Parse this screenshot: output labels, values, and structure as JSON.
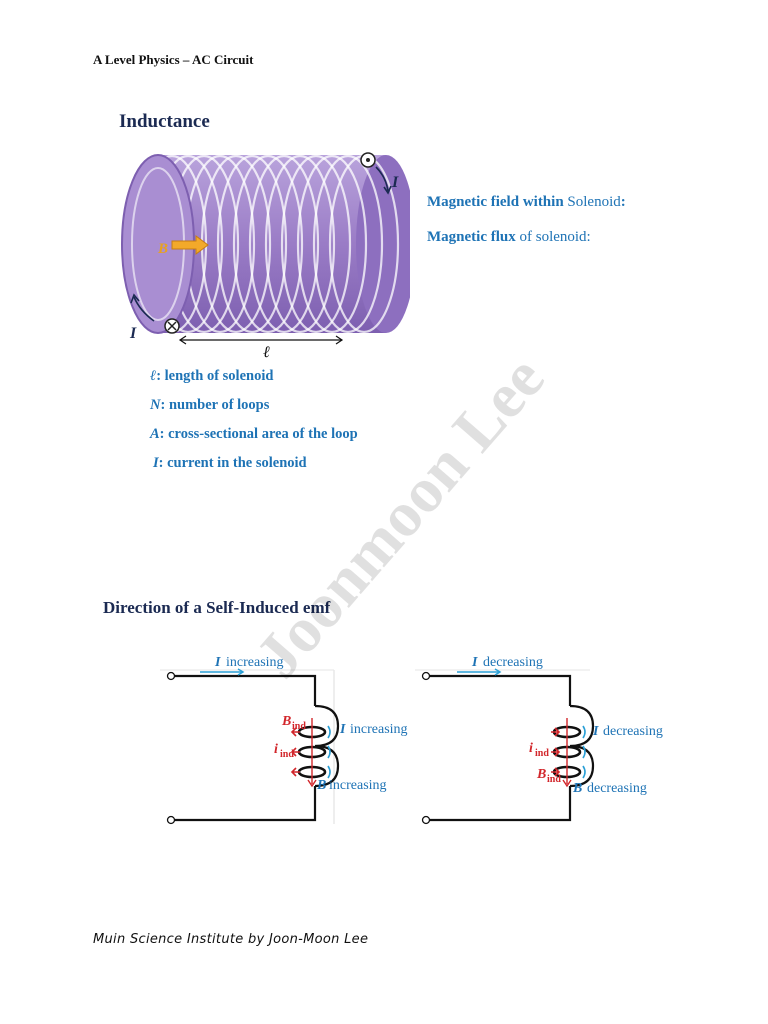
{
  "header": {
    "title": "A Level Physics – AC Circuit"
  },
  "inductance": {
    "title": "Inductance",
    "figure": {
      "current_label": "I",
      "field_label": "B",
      "length_label": "ℓ"
    },
    "equations": [
      {
        "bold_a": "Magnetic field",
        "bold_b": "within",
        "plain": "Solenoid",
        "suffix": ":"
      },
      {
        "bold_a": "Magnetic flux",
        "bold_b": "",
        "plain": "of solenoid:",
        "suffix": ""
      }
    ],
    "definitions": [
      {
        "symbol": "ℓ",
        "text": ": length of solenoid"
      },
      {
        "symbol": "N",
        "text": ": number of loops"
      },
      {
        "symbol": "A",
        "text": ": cross-sectional area of the loop"
      },
      {
        "symbol": "I",
        "text": ": current in the solenoid"
      }
    ]
  },
  "self_induced": {
    "title": "Direction of a Self-Induced emf",
    "left": {
      "top_label": "increasing",
      "coil_current": "increasing",
      "field_label": "increasing",
      "B_ind_sub": "ind",
      "i_ind_sub": "ind"
    },
    "right": {
      "top_label": "decreasing",
      "coil_current": "decreasing",
      "field_label": "decreasing",
      "B_ind_sub": "ind",
      "i_ind_sub": "ind"
    },
    "symbols": {
      "I": "I",
      "B": "B",
      "i": "i"
    }
  },
  "watermark": "Joonmoon Lee",
  "footer": {
    "text": "Muin Science Institute by Joon-Moon Lee"
  },
  "colors": {
    "title_navy": "#1b2a52",
    "accent_blue": "#1e73b5",
    "coil_purple": "#9b7fc8",
    "induced_red": "#d2262b",
    "arrow_cyan": "#2a9fd6"
  }
}
